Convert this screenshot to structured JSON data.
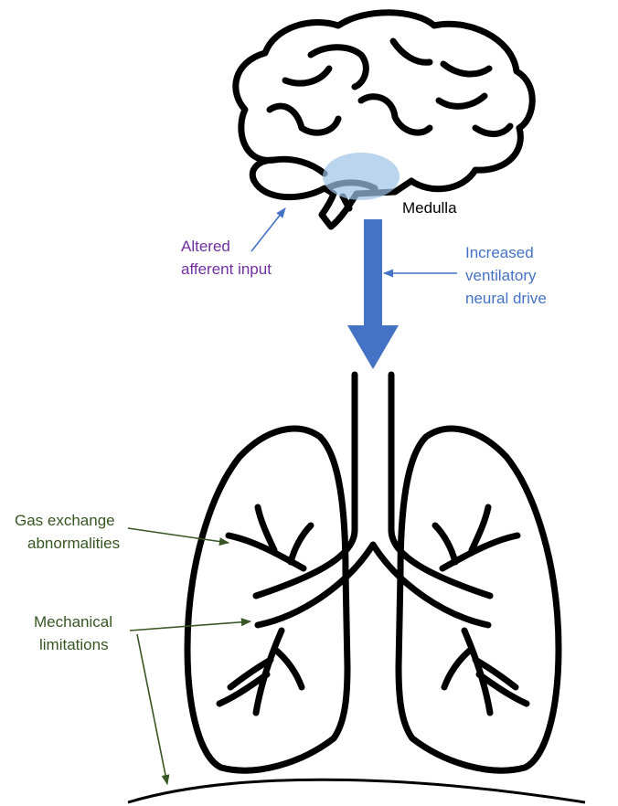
{
  "labels": {
    "medulla": "Medulla",
    "afferent_line1": "Altered",
    "afferent_line2": "afferent input",
    "drive_line1": "Increased",
    "drive_line2": "ventilatory",
    "drive_line3": "neural drive",
    "gas_line1": "Gas exchange",
    "gas_line2": "abnormalities",
    "mech_line1": "Mechanical",
    "mech_line2": "limitations"
  },
  "colors": {
    "outline": "#000000",
    "medulla_highlight": "#9DC3E6",
    "drive_arrow": "#4472C4",
    "afferent_text": "#7030A0",
    "drive_text": "#4472C4",
    "lung_text": "#375623",
    "medulla_text": "#000000"
  }
}
